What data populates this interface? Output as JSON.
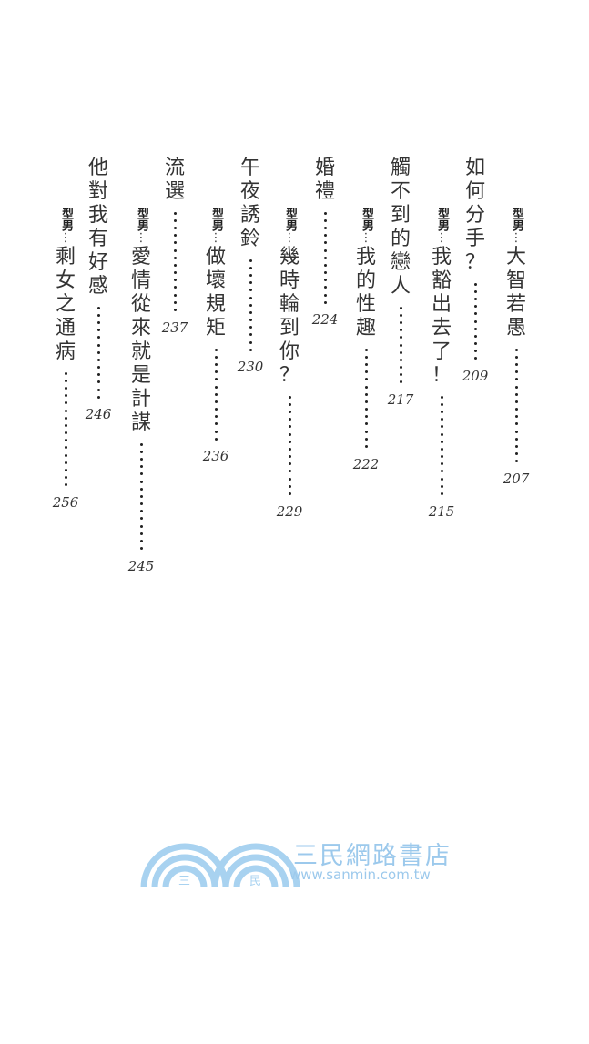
{
  "toc": [
    {
      "title": "如何分手？",
      "dots": 11,
      "page": "209",
      "sub": {
        "tag": "型男",
        "title": "大智若愚",
        "dots": 16,
        "page": "207"
      }
    },
    {
      "title": "觸不到的戀人",
      "dots": 11,
      "page": "217",
      "sub": {
        "tag": "型男",
        "title": "我豁出去了！",
        "dots": 14,
        "page": "215"
      }
    },
    {
      "title": "婚禮",
      "dots": 13,
      "page": "224",
      "sub": {
        "tag": "型男",
        "title": "我的性趣",
        "dots": 14,
        "page": "222"
      }
    },
    {
      "title": "午夜誘鈴",
      "dots": 13,
      "page": "230",
      "sub": {
        "tag": "型男",
        "title": "幾時輪到你？",
        "dots": 14,
        "page": "229"
      }
    },
    {
      "title": "流選",
      "dots": 14,
      "page": "237",
      "sub": {
        "tag": "型男",
        "title": "做壞規矩",
        "dots": 13,
        "page": "236"
      }
    },
    {
      "title": "他對我有好感",
      "dots": 13,
      "page": "246",
      "sub": {
        "tag": "型男",
        "title": "愛情從來就是計謀",
        "dots": 15,
        "page": "245"
      }
    },
    {
      "title": null,
      "dots": 0,
      "page": null,
      "sub": {
        "tag": "型男",
        "title": "剩女之通病",
        "dots": 16,
        "page": "256"
      }
    }
  ],
  "logo": {
    "title": "三民網路書店",
    "url": "www.sanmin.com.tw",
    "arc_left_char": "三",
    "arc_right_char": "民",
    "color": "#9cc9ec"
  }
}
